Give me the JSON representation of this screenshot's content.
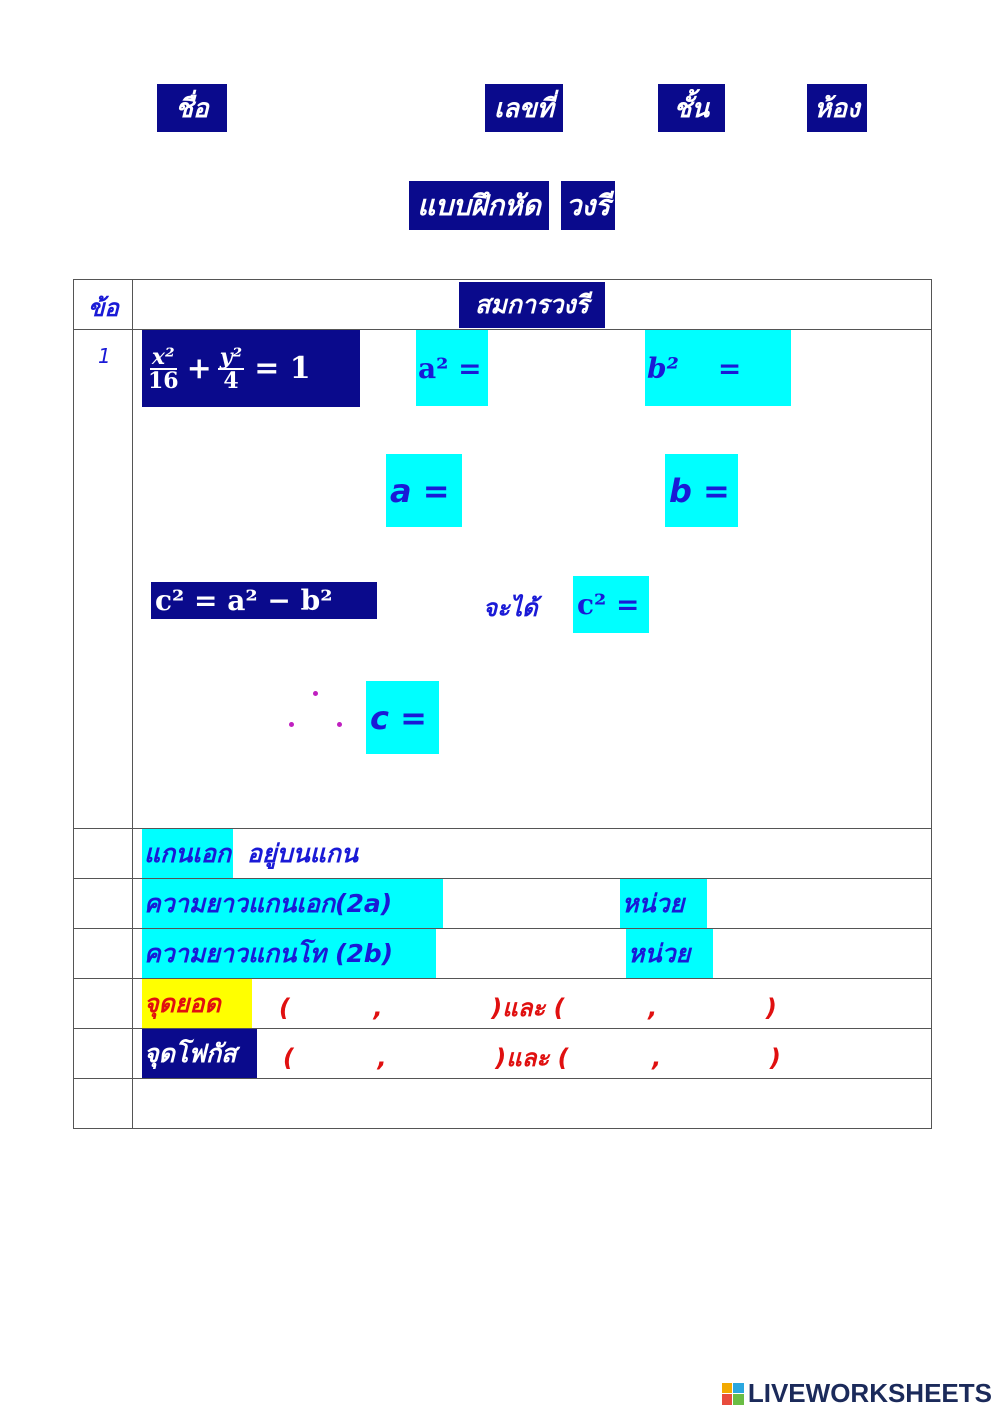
{
  "header": {
    "name_label": "ชื่อ",
    "number_label": "เลขที่",
    "grade_label": "ชั้น",
    "room_label": "ห้อง"
  },
  "title": {
    "part1": "แบบฝึกหัด",
    "part2": "วงรี"
  },
  "table": {
    "col_no": "ข้อ",
    "col_equation": "สมการวงรี",
    "row_number": "1",
    "equation": {
      "x_num": "x²",
      "x_den": "16",
      "plus": "+",
      "y_num": "y²",
      "y_den": "4",
      "rhs": "= 1"
    },
    "a2_label": "a² =",
    "b2_label": "b²    =",
    "a_label": "a =",
    "b_label": "b =",
    "c_formula": "c² = a² − b²",
    "so_label": "จะได้",
    "c2_label": "c² =",
    "c_label": "c =",
    "major_axis_label": "แกนเอก",
    "major_axis_on": "อยู่บนแกน",
    "major_length_label": "ความยาวแกนเอก(2a)",
    "minor_length_label": "ความยาวแกนโท (2b)",
    "unit_label": "หน่วย",
    "vertex_label": "จุดยอด",
    "vertex_value": "(          ,             )และ (          ,             )",
    "focus_label": "จุดโฟกัส",
    "focus_value": "(          ,             )และ (          ,             )"
  },
  "branding": {
    "logo_text": "LIVEWORKSHEETS"
  },
  "colors": {
    "navy": "#0a0a8c",
    "cyan": "#00ffff",
    "yellow": "#ffff00",
    "blue_text": "#1a1ad6",
    "red_text": "#e01010"
  }
}
